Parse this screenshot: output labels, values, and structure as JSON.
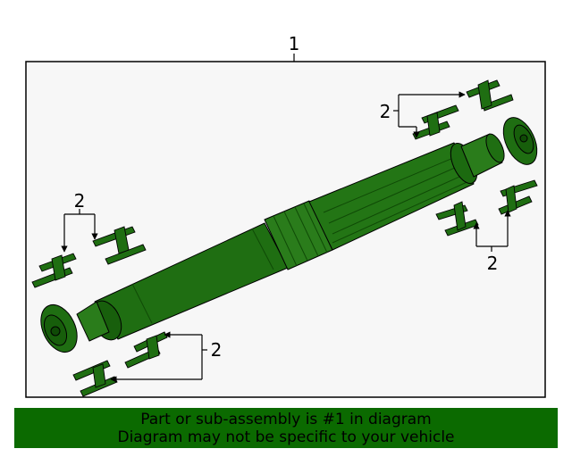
{
  "diagram": {
    "callouts": {
      "main": "1",
      "hardware_top_right": "2",
      "hardware_upper_left": "2",
      "hardware_right": "2",
      "hardware_lower_left": "2"
    },
    "colors": {
      "part_fill": "#1f6e12",
      "part_dark": "#0f4a06",
      "frame_background": "#f7f7f7",
      "banner": "#0b6a00"
    }
  },
  "banner": {
    "line1": "Part or sub-assembly is #1 in diagram",
    "line2": "Diagram may not be specific to your vehicle"
  }
}
